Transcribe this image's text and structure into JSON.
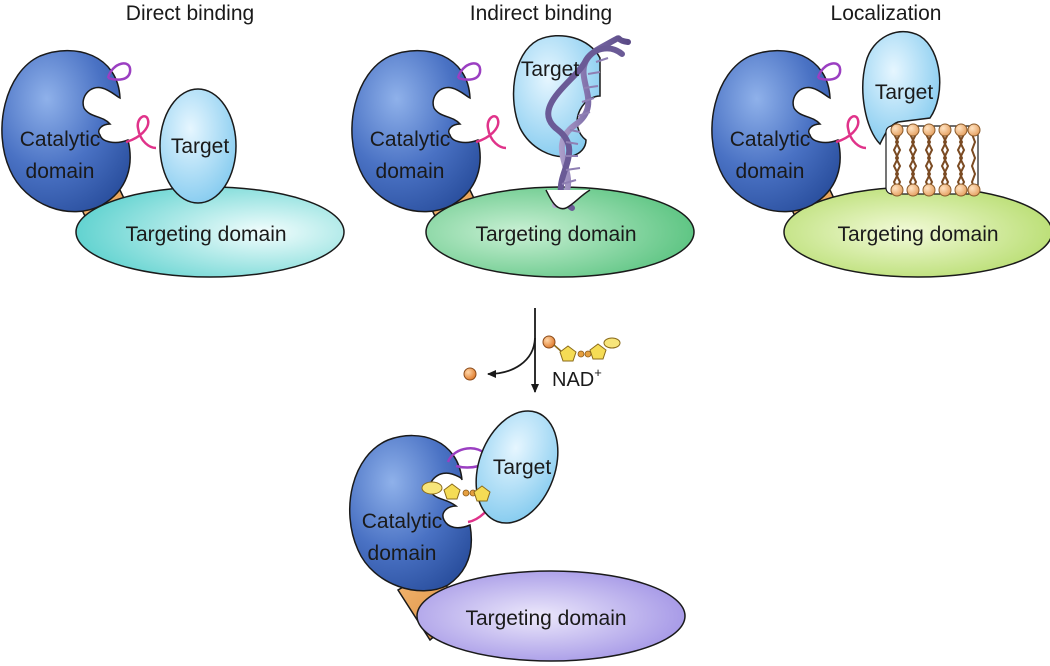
{
  "panels": {
    "direct": {
      "title": "Direct binding",
      "catalytic_line1": "Catalytic",
      "catalytic_line2": "domain",
      "target": "Target",
      "targeting": "Targeting domain"
    },
    "indirect": {
      "title": "Indirect binding",
      "catalytic_line1": "Catalytic",
      "catalytic_line2": "domain",
      "target": "Target",
      "targeting": "Targeting domain"
    },
    "localization": {
      "title": "Localization",
      "catalytic_line1": "Catalytic",
      "catalytic_line2": "domain",
      "target": "Target",
      "targeting": "Targeting domain"
    }
  },
  "reaction": {
    "cofactor": "NAD",
    "charge": "+"
  },
  "product": {
    "catalytic_line1": "Catalytic",
    "catalytic_line2": "domain",
    "target": "Target",
    "targeting": "Targeting domain"
  },
  "colors": {
    "catalytic": "#3f66b8",
    "linker": "#e89a4a",
    "purple_loop": "#9b3fc2",
    "magenta_loop": "#e0338a",
    "target": "#9fd6f2",
    "targeting_direct": "#8ee3e0",
    "targeting_indirect": "#6ecf8c",
    "targeting_localization": "#c2e27a",
    "targeting_product": "#a89be6",
    "dna": "#8f7fb3",
    "lipid_head": "#f2b36e",
    "nad_ring": "#f2d23b",
    "nicotinamide": "#f08a35"
  }
}
